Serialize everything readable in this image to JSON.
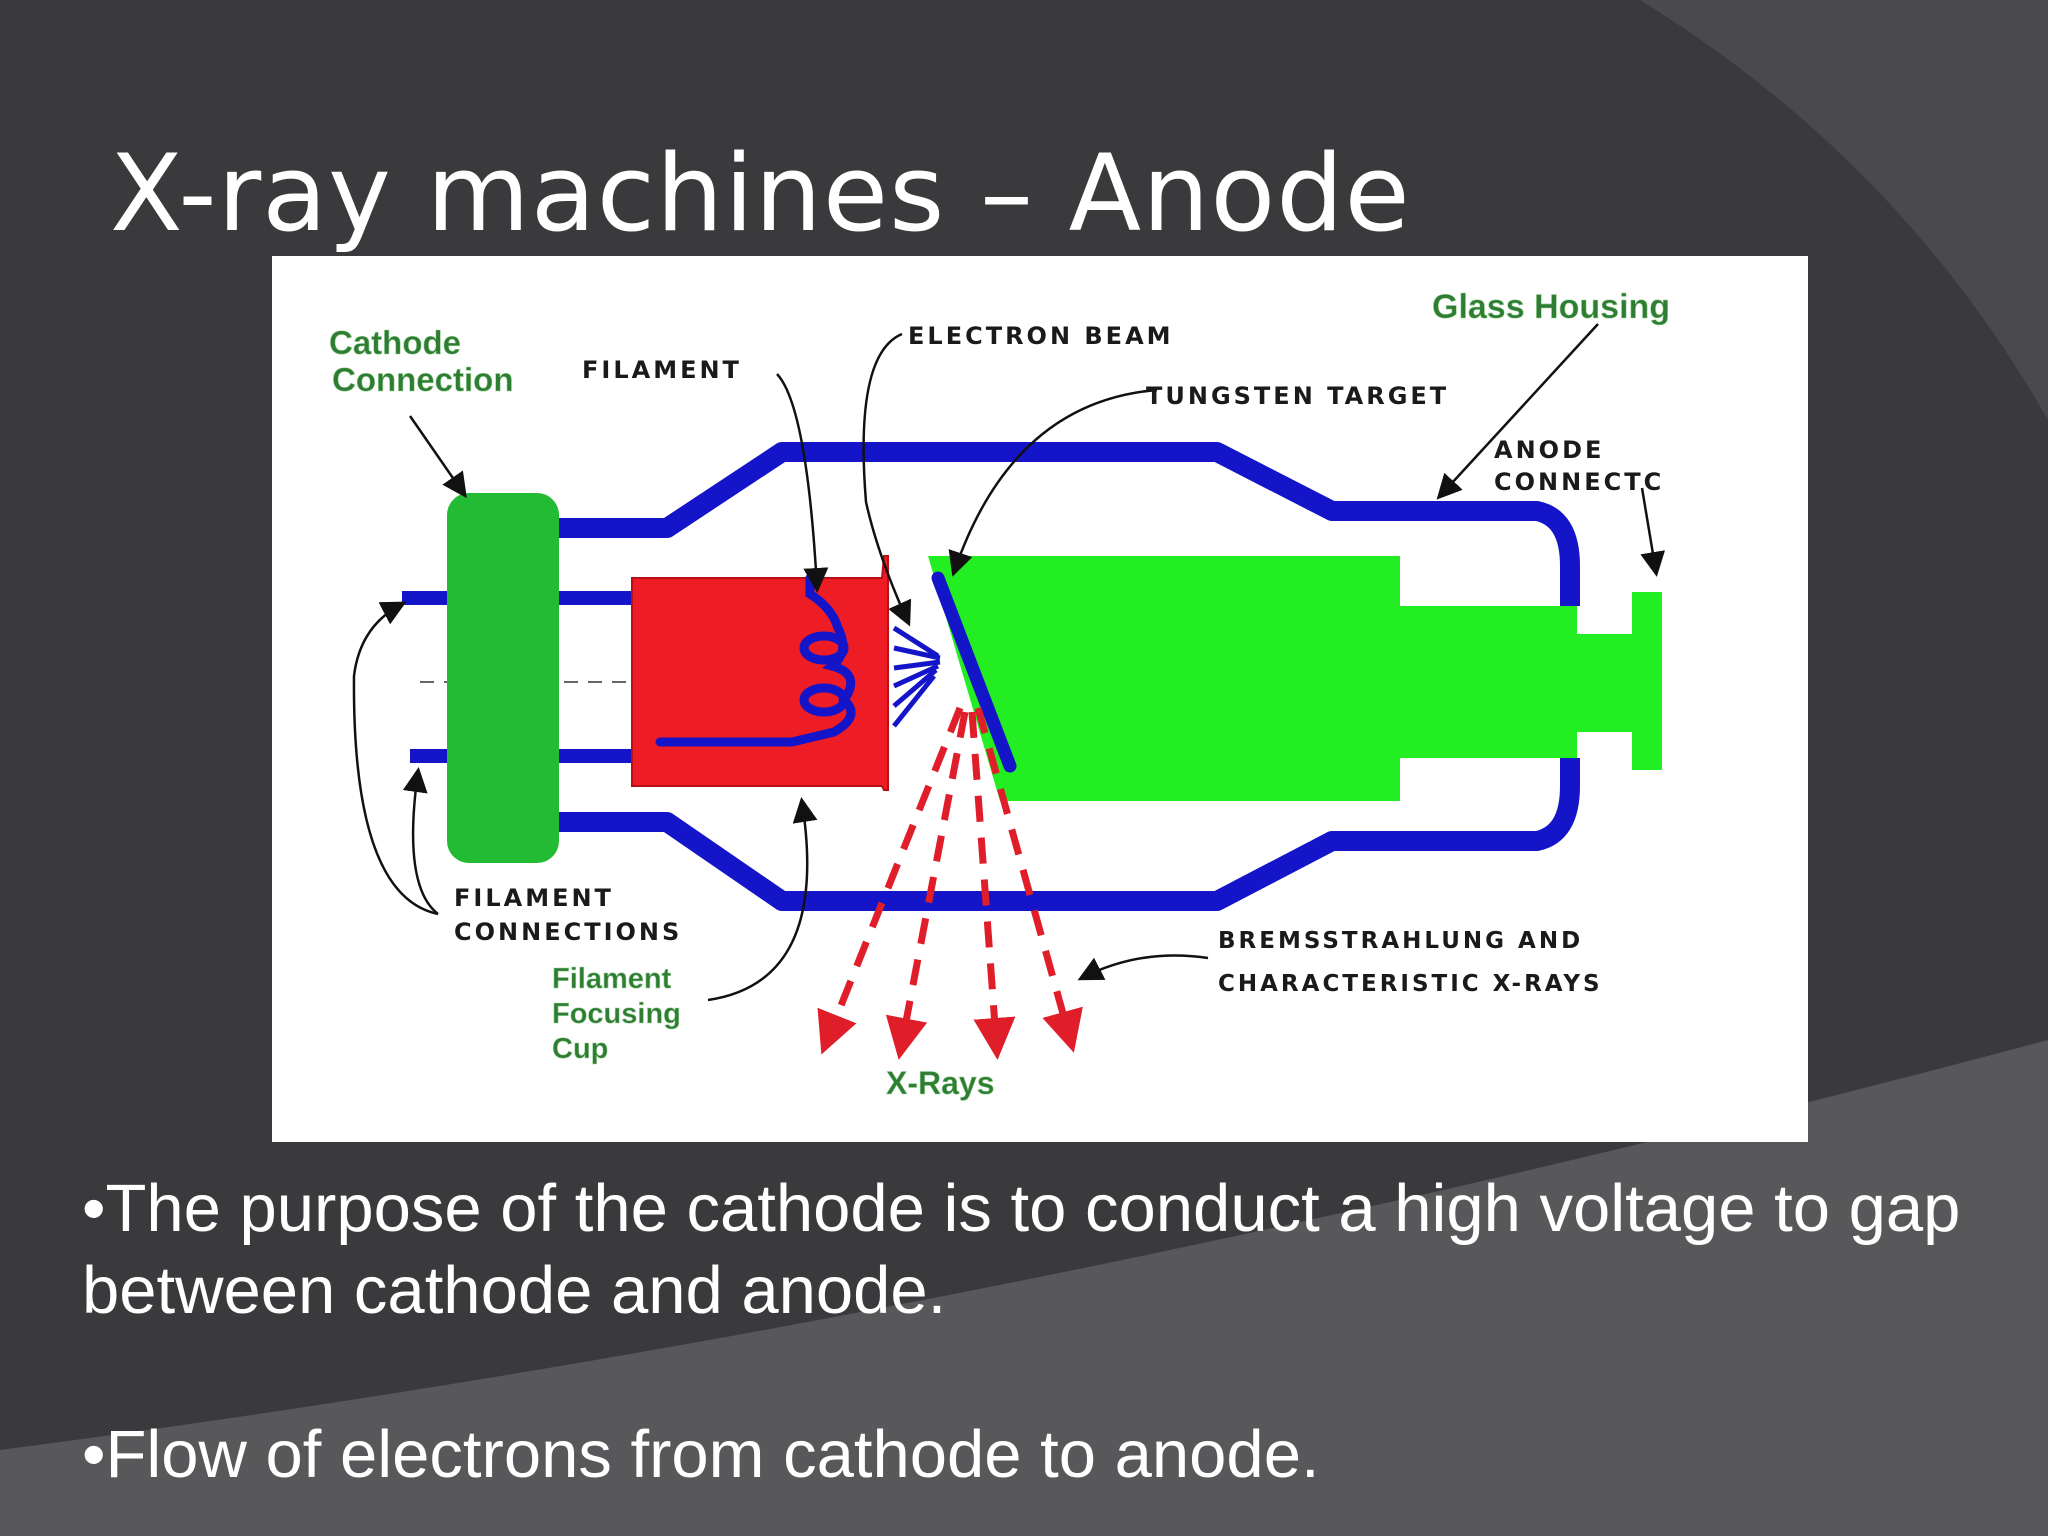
{
  "slide": {
    "title": "X-ray machines – Anode",
    "bullets": [
      "•The purpose of the cathode is to conduct a high voltage to gap between cathode and anode.",
      "•Flow of electrons from cathode to anode."
    ]
  },
  "diagram": {
    "labels": {
      "cathode_connection": [
        "Cathode",
        "Connection"
      ],
      "filament": "FILAMENT",
      "electron_beam": "ELECTRON BEAM",
      "glass_housing": "Glass Housing",
      "tungsten_target": "TUNGSTEN TARGET",
      "anode_connection": [
        "ANODE",
        "CONNECTC"
      ],
      "filament_connections": [
        "FILAMENT",
        "CONNECTIONS"
      ],
      "filament_focusing_cup": [
        "Filament",
        "Focusing",
        "Cup"
      ],
      "bremsstrahlung": [
        "BREMSSTRAHLUNG AND",
        "CHARACTERISTIC X-RAYS"
      ],
      "x_rays": "X-Rays"
    },
    "colors": {
      "glass_housing": "#1414c8",
      "cathode": "#22bb33",
      "focusing_cup": "#ee1c24",
      "anode": "#22ee22",
      "x_rays": "#e01e2a"
    }
  }
}
